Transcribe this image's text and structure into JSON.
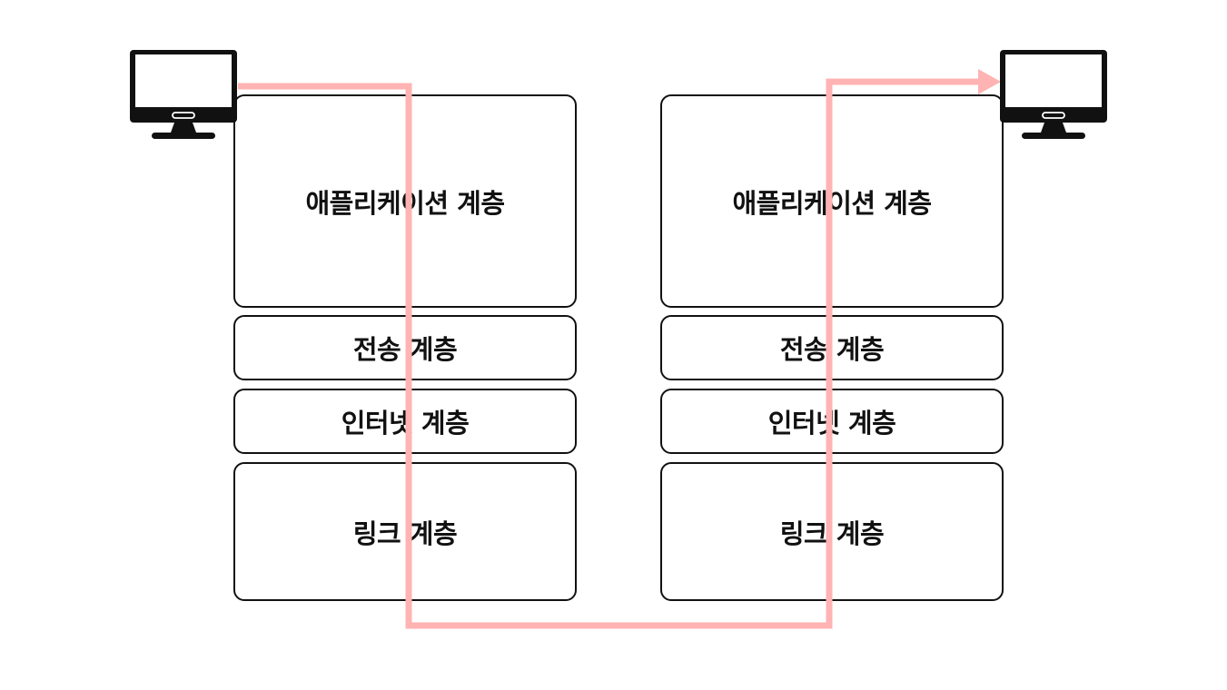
{
  "colors": {
    "flow_line": "#ffb3b3",
    "border": "#111111",
    "computer": "#111111",
    "background": "#ffffff"
  },
  "icons": {
    "source": "computer-monitor-icon",
    "destination": "computer-monitor-icon"
  },
  "stacks": [
    {
      "name": "sender-stack",
      "layers": [
        {
          "key": "application",
          "label": "애플리케이션 계층"
        },
        {
          "key": "transport",
          "label": "전송 계층"
        },
        {
          "key": "internet",
          "label": "인터넷 계층"
        },
        {
          "key": "link",
          "label": "링크 계층"
        }
      ]
    },
    {
      "name": "receiver-stack",
      "layers": [
        {
          "key": "application",
          "label": "애플리케이션 계층"
        },
        {
          "key": "transport",
          "label": "전송 계층"
        },
        {
          "key": "internet",
          "label": "인터넷 계층"
        },
        {
          "key": "link",
          "label": "링크 계층"
        }
      ]
    }
  ]
}
